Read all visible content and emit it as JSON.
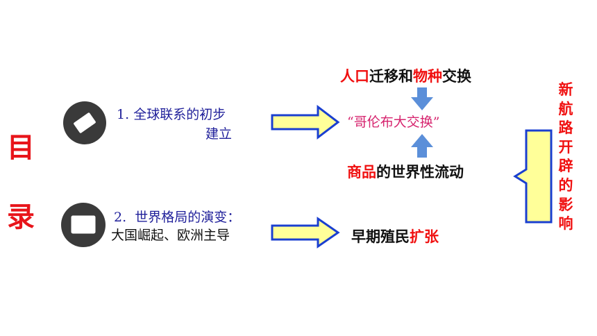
{
  "side_title": {
    "line1": "目",
    "line2": "录"
  },
  "items": [
    {
      "prefix": "1.",
      "line1": "全球联系的初步",
      "line2": "建立",
      "icon": "eraser-icon"
    },
    {
      "prefix": "2.",
      "line1": "世界格局的演变：",
      "line2": "大国崛起、欧洲主导",
      "icon": "rectangle-icon"
    }
  ],
  "center": {
    "top_red1": "人口",
    "top_black1": "迁移和",
    "top_red2": "物种",
    "top_black2": "交换",
    "middle": "“哥伦布大交换”",
    "bottom_red": "商品",
    "bottom_black": "的世界性流动",
    "colonial_black": "早期殖民",
    "colonial_red": "扩张"
  },
  "vertical_label": [
    "新",
    "航",
    "路",
    "开",
    "辟",
    "的",
    "影",
    "响"
  ],
  "colors": {
    "red": "#f01010",
    "pink": "#d6246e",
    "blue_text": "#1f1f9a",
    "arrow_fill": "#ffff99",
    "arrow_stroke": "#1a3fd0",
    "up_down_arrow": "#5b8fd9",
    "icon_circle": "#3a3a3a"
  }
}
